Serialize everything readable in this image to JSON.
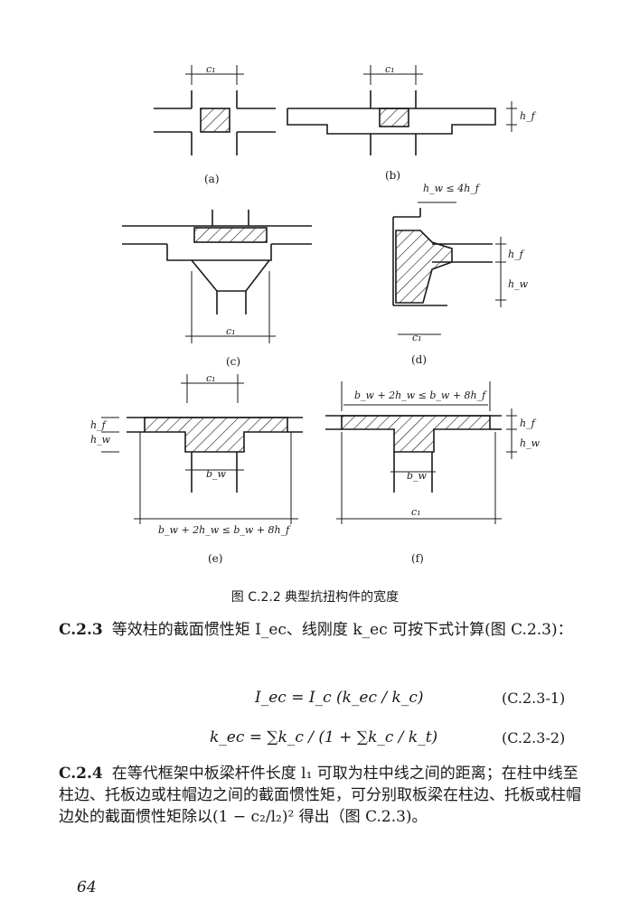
{
  "figure": {
    "labels": {
      "a": "(a)",
      "b": "(b)",
      "c": "(c)",
      "d": "(d)",
      "e": "(e)",
      "f": "(f)",
      "c1": "c₁",
      "hf": "h_f",
      "hw": "h_w",
      "bw": "b_w",
      "cond_d": "h_w ≤ 4h_f",
      "cond_e": "b_w + 2h_w ≤ b_w + 8h_f",
      "cond_f": "b_w + 2h_w ≤ b_w + 8h_f"
    },
    "caption": "图 C.2.2 典型抗扭构件的宽度"
  },
  "section_c23": {
    "number": "C.2.3",
    "text": "等效柱的截面惯性矩 I_ec、线刚度 k_ec 可按下式计算(图 C.2.3)："
  },
  "equations": [
    {
      "expr": "I_ec = I_c (k_ec / k_c)",
      "number": "(C.2.3-1)"
    },
    {
      "expr": "k_ec = ∑k_c / (1 + ∑k_c / k_t)",
      "number": "(C.2.3-2)"
    }
  ],
  "section_c24": {
    "number": "C.2.4",
    "text": "在等代框架中板梁杆件长度 l₁ 可取为柱中线之间的距离；在柱中线至柱边、托板边或柱帽边之间的截面惯性矩，可分别取板梁在柱边、托板或柱帽边处的截面惯性矩除以(1 − c₂/l₂)² 得出（图 C.2.3)。"
  },
  "page_number": "64"
}
